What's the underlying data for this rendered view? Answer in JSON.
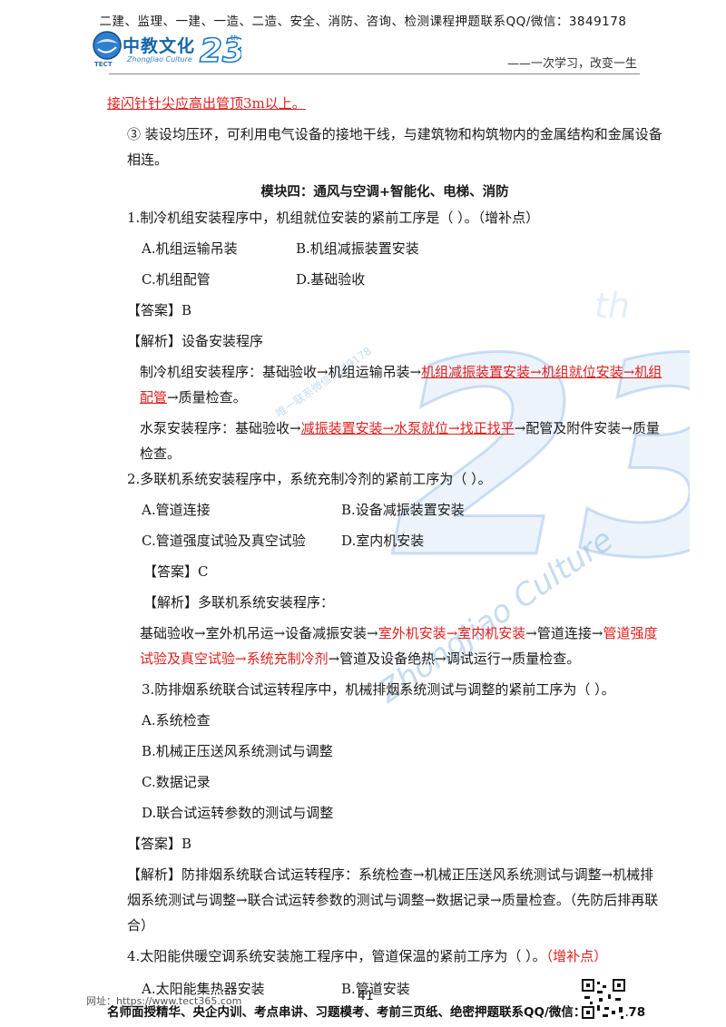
{
  "header": {
    "banner": "二建、监理、一建、一造、二造、安全、消防、咨询、检测课程押题联系QQ/微信：3849178",
    "logo_text": "中教文化",
    "logo_sub": "ZhongJiao Culture",
    "logo_tect": "TECT",
    "slogan": "——一次学习，改变一生"
  },
  "watermark": {
    "text1": "ZhongJiao Culture",
    "text2": "唯一联系微信3849178"
  },
  "content": {
    "line_intro": "接闪针针尖应高出管顶3m以上。",
    "item3": "③ 装设均压环，可利用电气设备的接地干线，与建筑物和构筑物内的金属结构和金属设备相连。",
    "module_heading": "模块四：通风与空调+智能化、电梯、消防",
    "q1": {
      "stem": "1.制冷机组安装程序中，机组就位安装的紧前工序是（ ）。（增补点）",
      "option_a": "A.机组运输吊装",
      "option_b": "B.机组减振装置安装",
      "option_c": "C.机组配管",
      "option_d": "D.基础验收",
      "answer": "【答案】B",
      "analysis_label": "【解析】设备安装程序",
      "p1_a": "制冷机组安装程序：基础验收→机组运输吊装→",
      "p1_red": "机组减振装置安装→机组就位安装→机组配管",
      "p1_b": "→质量检查。",
      "p2_a": "水泵安装程序：基础验收→",
      "p2_red": "减振装置安装→水泵就位→找正找平",
      "p2_b": "→配管及附件安装→质量检查。"
    },
    "q2": {
      "stem": "2.多联机系统安装程序中，系统充制冷剂的紧前工序为（ ）。",
      "option_a": "A.管道连接",
      "option_b": "B.设备减振装置安装",
      "option_c": "C.管道强度试验及真空试验",
      "option_d": "D.室内机安装",
      "answer": "【答案】C",
      "analysis_label": "【解析】多联机系统安装程序：",
      "p1_a": "基础验收→室外机吊运→设备减振安装→",
      "p1_red": "室外机安装→室内机安装",
      "p1_b": "→管道连接→",
      "p2_red": "管道强度试验及真空试验→系统充制冷剂",
      "p2_b": "→管道及设备绝热→调试运行→质量检查。"
    },
    "q3": {
      "stem": "3.防排烟系统联合试运转程序中，机械排烟系统测试与调整的紧前工序为（ ）。",
      "option_a": "A.系统检查",
      "option_b": "B.机械正压送风系统测试与调整",
      "option_c": "C.数据记录",
      "option_d": "D.联合试运转参数的测试与调整",
      "answer": "【答案】B",
      "analysis": "【解析】防排烟系统联合试运转程序：系统检查→机械正压送风系统测试与调整→机械排烟系统测试与调整→联合试运转参数的测试与调整→数据记录→质量检查。（先防后排再联合）"
    },
    "q4": {
      "stem": "4.太阳能供暖空调系统安装施工程序中，管道保温的紧前工序为（ ）。",
      "stem_red": "（增补点）",
      "option_a": "A.太阳能集热器安装",
      "option_b": "B.管道安装"
    }
  },
  "footer": {
    "page_number": "41",
    "url": "网址：https://www.tect365.com",
    "note": "名师面授精华、央企内训、考点串讲、习题模考、考前三页纸、绝密押题联系QQ/微信：3849178"
  },
  "colors": {
    "accent_red": "#e02020",
    "brand_blue": "#1565a8"
  }
}
